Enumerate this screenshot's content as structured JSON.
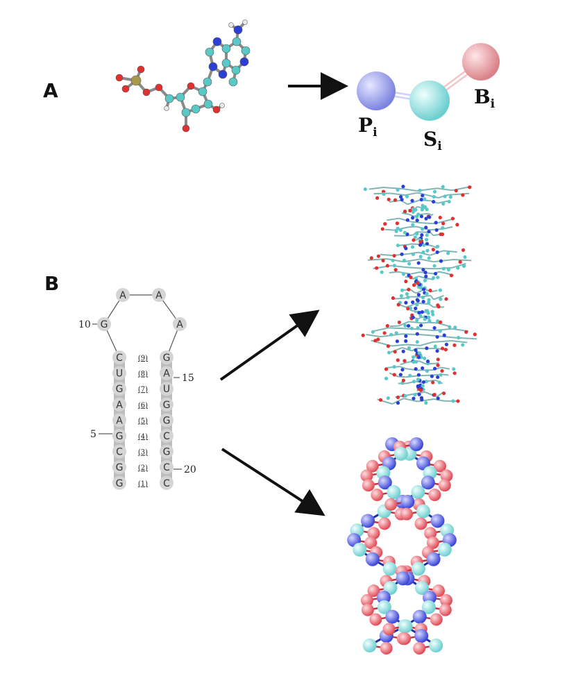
{
  "panels": {
    "a": {
      "label": "A"
    },
    "b": {
      "label": "B"
    }
  },
  "coarse_grain": {
    "phosphate": {
      "letter": "P",
      "sub": "i",
      "color": "#8f96e8"
    },
    "sugar": {
      "letter": "S",
      "sub": "i",
      "color": "#8fdcdc"
    },
    "base": {
      "letter": "B",
      "sub": "i",
      "color": "#e59aa0"
    }
  },
  "hairpin": {
    "loop": [
      "A",
      "A"
    ],
    "strand_5prime": [
      "C",
      "U",
      "G",
      "A",
      "A",
      "G",
      "C",
      "G",
      "G"
    ],
    "strand_3prime": [
      "G",
      "A",
      "U",
      "G",
      "G",
      "C",
      "G",
      "C",
      "C"
    ],
    "loop_left": "G",
    "loop_right": "A",
    "position_labels": {
      "p10": "10",
      "p15": "15",
      "p5": "5",
      "p20": "20"
    },
    "pair_numbers": [
      "(9)",
      "(8)",
      "(7)",
      "(6)",
      "(5)",
      "(4)",
      "(3)",
      "(2)",
      "(1)"
    ]
  },
  "atom_colors": {
    "carbon": "#5bc8c8",
    "oxygen": "#e03030",
    "nitrogen": "#2b3fd6",
    "hydrogen": "#e8e8e8",
    "phosphorus": "#a89a4a"
  }
}
